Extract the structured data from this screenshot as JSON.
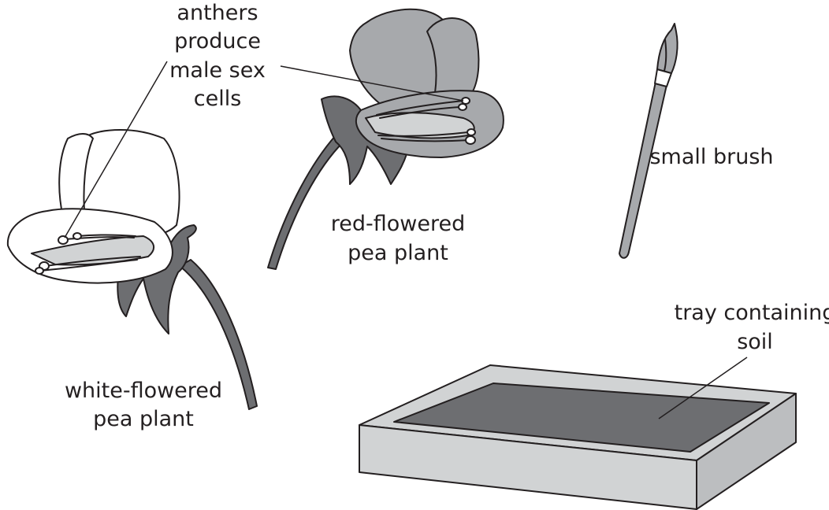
{
  "labels": {
    "anthers": [
      "anthers",
      "produce",
      "male sex",
      "cells"
    ],
    "red_plant": [
      "red-flowered",
      "pea plant"
    ],
    "white_plant": [
      "white-flowered",
      "pea plant"
    ],
    "brush": "small brush",
    "tray": [
      "tray containing",
      "soil"
    ]
  },
  "colors": {
    "outline": "#231f20",
    "white_petal": "#ffffff",
    "red_petal": "#a7a9ac",
    "red_petal_front": "#8e9094",
    "stem": "#6d6e71",
    "keel": "#d1d3d4",
    "soil": "#6d6e71",
    "tray_front": "#d1d3d4",
    "tray_side": "#bcbec0"
  }
}
